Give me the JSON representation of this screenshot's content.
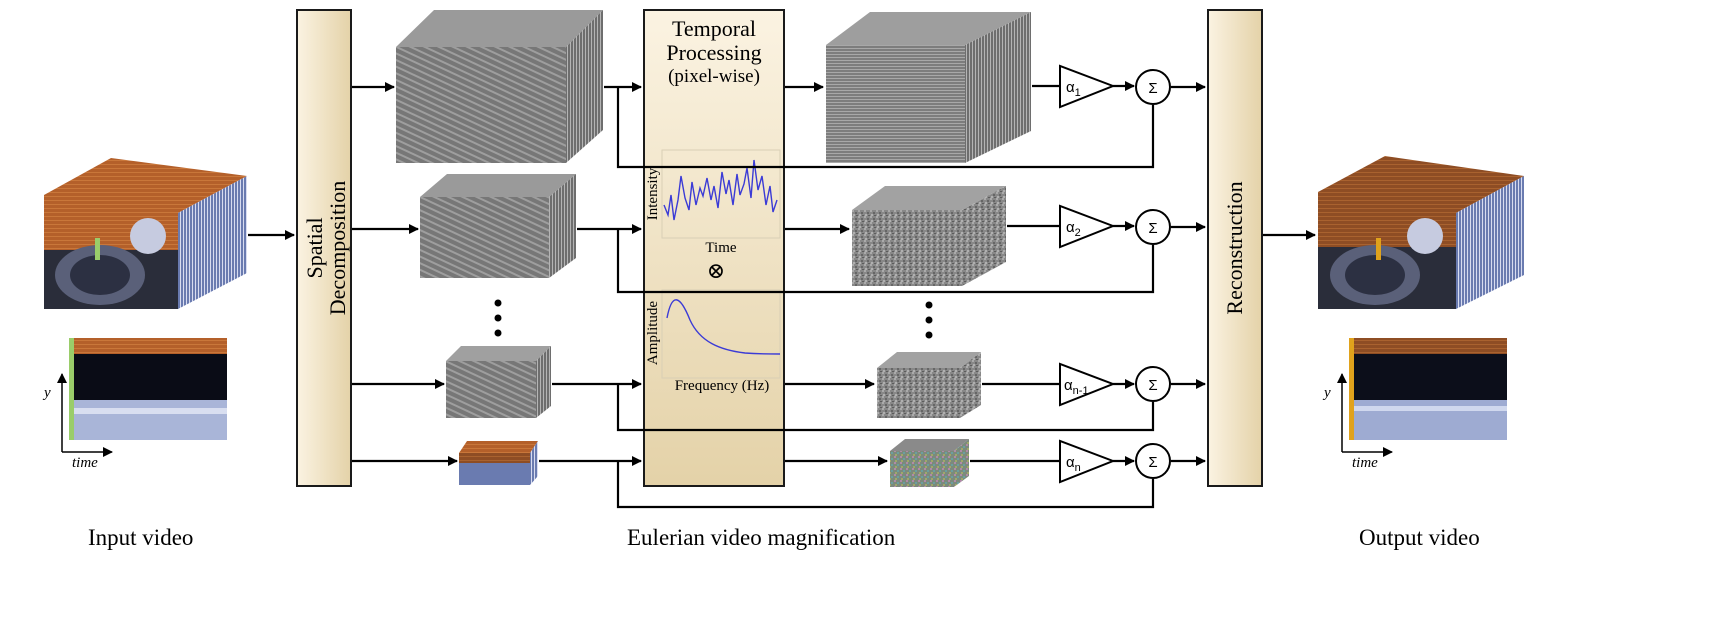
{
  "captions": {
    "input": "Input video",
    "evm": "Eulerian video magnification",
    "output": "Output video"
  },
  "spatial": {
    "line1": "Spatial",
    "line2": "Decomposition"
  },
  "temporal": {
    "line1": "Temporal",
    "line2": "Processing",
    "line3": "(pixel-wise)"
  },
  "reconstruction": "Reconstruction",
  "plot_intensity": {
    "ylabel": "Intensity",
    "xlabel": "Time"
  },
  "plot_amplitude": {
    "ylabel": "Amplitude",
    "xlabel": "Frequency (Hz)"
  },
  "multiply_symbol": "⊗",
  "sum_symbol": "Σ",
  "gains": [
    {
      "base": "α",
      "sub": "1"
    },
    {
      "base": "α",
      "sub": "2"
    },
    {
      "base": "α",
      "sub": "n-1"
    },
    {
      "base": "α",
      "sub": "n"
    }
  ],
  "slice_axes": {
    "y": "y",
    "time": "time"
  },
  "colors": {
    "panel_fill_top": "#fbf3e2",
    "panel_fill_bottom": "#e4d2a8",
    "panel_stroke": "#1a1a1a",
    "cube_gray": "#8a8a8a",
    "wood": "#b4602a",
    "signal_blue": "#3b3bd6",
    "input_marker": "#9acd6a",
    "output_marker": "#e0a21c"
  }
}
